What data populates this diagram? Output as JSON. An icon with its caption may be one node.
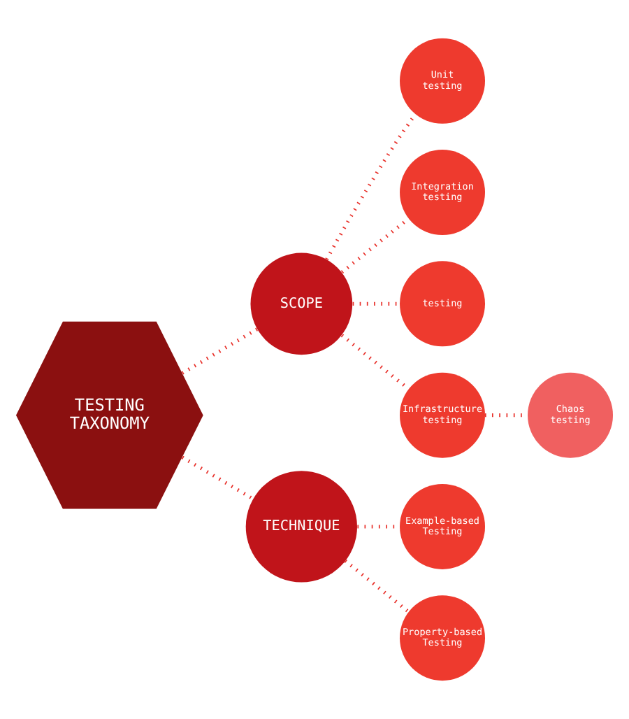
{
  "diagram": {
    "nodes": [
      {
        "text": [
          "TESTING TAXONOMY"
        ]
      },
      {
        "text": [
          "Unit testing"
        ]
      },
      {
        "text": [
          "SCOPE"
        ]
      },
      {
        "text": [
          "Integration testing"
        ]
      },
      {
        "text": [
          "testing"
        ]
      },
      {
        "text": [
          "Infrastructure testing"
        ]
      },
      {
        "text": [
          "Chaos testing"
        ]
      },
      {
        "text": [
          "TECHNIQUE"
        ]
      },
      {
        "text": [
          "Example-based Testing"
        ]
      },
      {
        "text": [
          "Property-based Testing"
        ]
      }
    ],
    "edges": [
      {
        "from": 0,
        "to": 2,
        "arrow": "none"
      },
      {
        "from": 2,
        "to": 1,
        "arrow": "none"
      },
      {
        "from": 2,
        "to": 3,
        "arrow": "none"
      },
      {
        "from": 2,
        "to": 4,
        "arrow": "none"
      },
      {
        "from": 2,
        "to": 5,
        "arrow": "none"
      },
      {
        "from": 5,
        "to": 6,
        "arrow": "none"
      },
      {
        "from": 0,
        "to": 7,
        "arrow": "none"
      },
      {
        "from": 7,
        "to": 8,
        "arrow": "none"
      },
      {
        "from": 7,
        "to": 9,
        "arrow": "none"
      }
    ]
  }
}
